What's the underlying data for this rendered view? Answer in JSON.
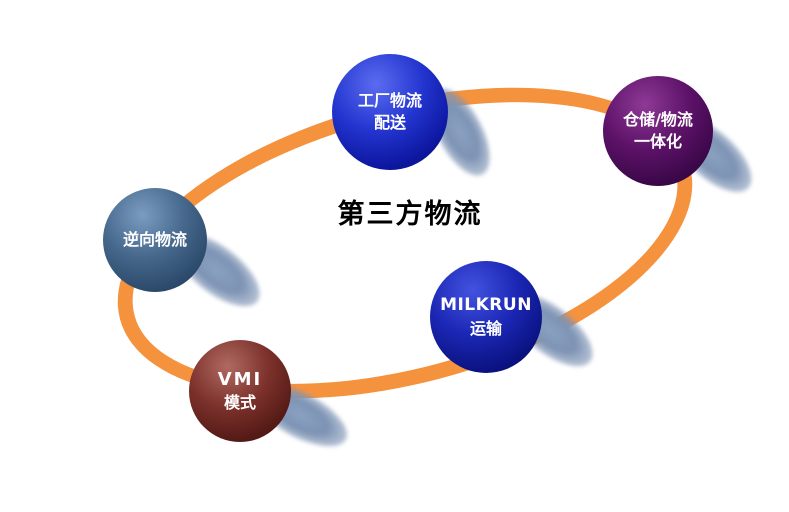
{
  "diagram": {
    "title": "第三方物流",
    "ring_color": "#f5923e",
    "shadow_color": "#7d93b4",
    "nodes": [
      {
        "name": "factory-distribution",
        "line1": "工厂物流",
        "line2": "配送",
        "color": "#1c2cc0"
      },
      {
        "name": "warehouse-logistics-integration",
        "line1": "仓储/物流",
        "line2": "一体化",
        "color": "#4b0a58"
      },
      {
        "name": "reverse-logistics",
        "line1": "逆向物流",
        "line2": "",
        "color": "#3c6288"
      },
      {
        "name": "milkrun-transport",
        "line1": "MILKRUN",
        "line2": "运输",
        "color": "#141fa0"
      },
      {
        "name": "vmi-model",
        "line1": "VMI",
        "line2": "模式",
        "color": "#6e2a26"
      }
    ]
  }
}
